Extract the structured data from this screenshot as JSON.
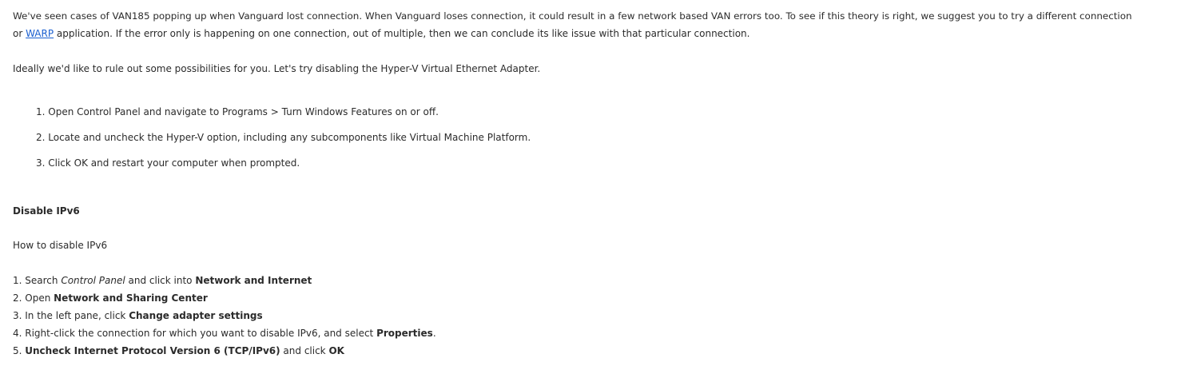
{
  "intro": {
    "line1": "We've seen cases of VAN185 popping up when Vanguard lost connection. When Vanguard loses connection, it could result in a few network based VAN errors too. To see if this theory is right, we suggest you to try a different connection",
    "line2_prefix": "or ",
    "link": "WARP",
    "line2_suffix": " application. If the error only is happening on one connection, out of multiple, then we can conclude its like issue with that particular connection."
  },
  "para2": "Ideally we'd like to rule out some possibilities for you. Let's try disabling the Hyper-V Virtual Ethernet Adapter.",
  "hyperv_steps": [
    "1. Open Control Panel and navigate to Programs > Turn Windows Features on or off.",
    "2. Locate and uncheck the Hyper-V option, including any subcomponents like Virtual Machine Platform.",
    "3. Click OK and restart your computer when prompted."
  ],
  "ipv6": {
    "heading": "Disable IPv6",
    "subheading": "How to disable IPv6",
    "s1": {
      "a": "1. Search ",
      "i": "Control Panel",
      "b": " and click into ",
      "c": "Network and Internet"
    },
    "s2": {
      "a": "2. Open ",
      "b": "Network and Sharing Center"
    },
    "s3": {
      "a": "3. In the left pane, click ",
      "b": "Change adapter settings"
    },
    "s4": {
      "a": "4. Right-click the connection for which you want to disable IPv6, and select ",
      "b": "Properties",
      "c": "."
    },
    "s5": {
      "a": "5. ",
      "b": "Uncheck Internet Protocol Version 6 (TCP/IPv6)",
      "c": " and click ",
      "d": "OK"
    }
  }
}
